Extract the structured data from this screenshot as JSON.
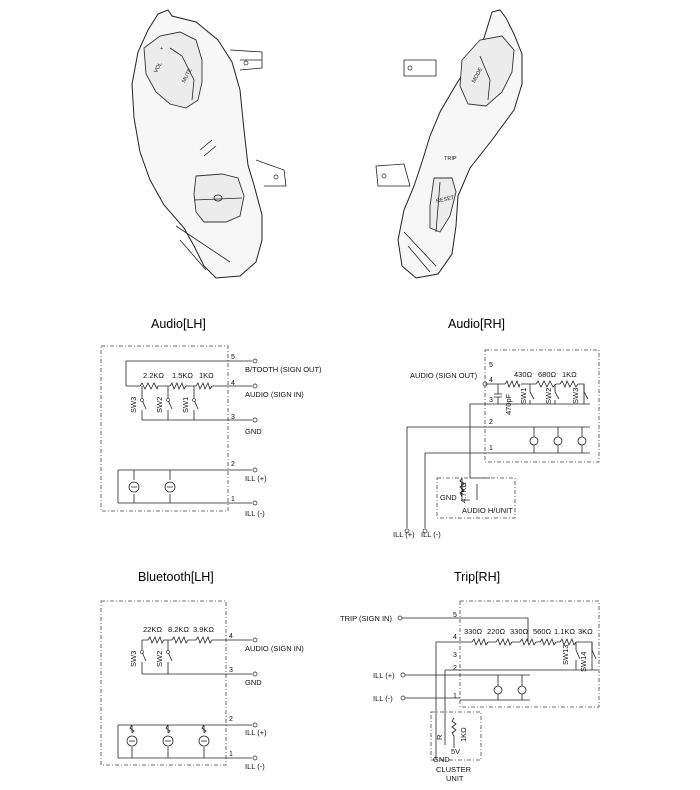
{
  "illustration": {
    "left_buttons": {
      "vol": "VOL",
      "mute": "MUTE"
    },
    "right_buttons": {
      "mode": "MODE",
      "trip": "TRIP",
      "reset": "RESET"
    }
  },
  "audio_lh": {
    "title": "Audio[LH]",
    "pins": [
      "5",
      "4",
      "3",
      "2",
      "1"
    ],
    "labels": {
      "p5": "B/TOOTH (SIGN OUT)",
      "p4": "AUDIO (SIGN IN)",
      "p3": "GND",
      "p2": "ILL (+)",
      "p1": "ILL (-)"
    },
    "resistors": [
      "2.2KΩ",
      "1.5KΩ",
      "1KΩ"
    ],
    "switches": [
      "SW3",
      "SW2",
      "SW1"
    ]
  },
  "audio_rh": {
    "title": "Audio[RH]",
    "pins": [
      "5",
      "4",
      "3",
      "2",
      "1"
    ],
    "labels": {
      "audio_out": "AUDIO (SIGN OUT)",
      "gnd": "GND",
      "r47k": "4.7KΩ",
      "h_unit": "AUDIO H/UNIT",
      "ill_p": "ILL (+)",
      "ill_m": "ILL (-)"
    },
    "capacitor": "470pF",
    "resistors": [
      "430Ω",
      "680Ω",
      "1KΩ"
    ],
    "switches": [
      "SW1",
      "SW2",
      "SW3"
    ]
  },
  "bluetooth_lh": {
    "title": "Bluetooth[LH]",
    "pins": [
      "4",
      "3",
      "2",
      "1"
    ],
    "labels": {
      "p4": "AUDIO (SIGN IN)",
      "p3": "GND",
      "p2": "ILL (+)",
      "p1": "ILL (-)"
    },
    "resistors": [
      "22KΩ",
      "8.2KΩ",
      "3.9KΩ"
    ],
    "switches": [
      "SW3",
      "SW2"
    ]
  },
  "trip_rh": {
    "title": "Trip[RH]",
    "pins": [
      "5",
      "4",
      "3",
      "2",
      "1"
    ],
    "labels": {
      "trip": "TRIP (SIGN IN)",
      "ill_p": "ILL (+)",
      "ill_m": "ILL (-)",
      "r": "R",
      "r1k": "1KΩ",
      "v5": "5V",
      "gnd": "GND",
      "cluster": "CLUSTER",
      "unit": "UNIT"
    },
    "resistors": [
      "330Ω",
      "220Ω",
      "330Ω",
      "560Ω",
      "1.1KΩ",
      "3KΩ"
    ],
    "switches": [
      "SW13",
      "SW14"
    ]
  }
}
